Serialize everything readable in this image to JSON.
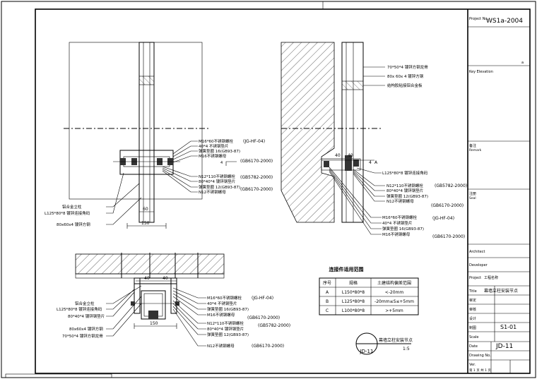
{
  "title_block": {
    "project_no_label": "Project No.",
    "project_no_value": "WS1a-2004",
    "key_elevation_label": "Key Elevation",
    "key_elevation_value": "",
    "remark_label": "备注",
    "remark_en": "Remark",
    "stamp_label": "注册",
    "stamp_en": "Seal",
    "architect_label": "Architect",
    "developer_label": "Developer",
    "project_label": "Project",
    "project_value": "工程名称",
    "title_label": "Title",
    "title_value": "幕墙立柱安装节点",
    "approved_label": "审定",
    "checked_label": "审核",
    "designed_label": "设计",
    "drawn_label": "制图",
    "scale_label": "Scale",
    "scale_value": "S1-01",
    "date_label": "Date",
    "drawing_no_label": "Drawing No.",
    "drawing_no_value": "JD-11",
    "version_label": "Ver.",
    "page_label": "第 1 页 共 1 页"
  },
  "elevation_left": {
    "labels": [
      "M16*60不锈钢螺栓",
      "40*4 不锈钢垫片",
      "弹簧垫圈 16(GB93-87)",
      "M16不锈钢螺母",
      "N12*110不锈钢螺栓",
      "80*40*4 镀锌钢垫片",
      "弹簧垫圈 12(GB93-87)",
      "N12不锈钢螺母",
      "铝合金立柱",
      "L125*80*8 镀锌连接角码",
      "80x60x4 镀锌方钢"
    ],
    "refs": [
      "(JG-HF-04)",
      "(GB6170-2000)",
      "(GB5782-2000)",
      "(GB6170-2000)"
    ],
    "dims": [
      "60",
      "150"
    ]
  },
  "elevation_right": {
    "top_labels": [
      "70*50*4 镀锌方钢龙骨",
      "80x 60x 4 镀锌方钢",
      "结构胶粘接铝合金板"
    ],
    "labels": [
      "L125*80*8 镀锌连接角码",
      "N12*110不锈钢螺栓",
      "80*40*4 镀锌钢垫片",
      "弹簧垫圈 12(GB93-87)",
      "N12不锈钢螺母",
      "M16*60不锈钢螺栓",
      "40*4 不锈钢垫片",
      "弹簧垫圈 16(GB93-87)",
      "M16不锈钢螺母"
    ],
    "refs": [
      "(GB5782-2000)",
      "(GB6170-2000)",
      "(JG-HF-04)",
      "(GB6170-2000)"
    ],
    "dims": [
      "40",
      "40",
      "4",
      "A"
    ]
  },
  "plan": {
    "labels": [
      "M16*60不锈钢螺栓",
      "40*4 不锈钢垫片",
      "弹簧垫圈 16(GB93-87)",
      "M16不锈钢螺母",
      "N12*110不锈钢螺栓",
      "80*40*4 镀锌钢垫片",
      "弹簧垫圈 12(GB93-87)",
      "N12不锈钢螺母",
      "铝合金立柱",
      "L125*80*8 镀锌连接角码",
      "80*40*4 镀锌钢垫片",
      "80x60x4 镀锌方钢",
      "70*50*4 镀锌方钢龙骨"
    ],
    "refs": [
      "(JG-HF-04)",
      "(GB6170-2000)",
      "(GB5782-2000)",
      "(GB6170-2000)"
    ],
    "dims": [
      "40",
      "40",
      "150"
    ]
  },
  "table": {
    "title": "连接件适用范围",
    "headers": [
      "序号",
      "规格",
      "土建结构偏差范围"
    ],
    "rows": [
      [
        "A",
        "L150*80*8",
        "<-20mm"
      ],
      [
        "B",
        "L125*80*8",
        "-20mm≤S≤+5mm"
      ],
      [
        "C",
        "L100*80*8",
        ">+5mm"
      ]
    ]
  },
  "callout": {
    "id": "JD-11",
    "title": "幕墙立柱安装节点",
    "scale": "1:5"
  }
}
